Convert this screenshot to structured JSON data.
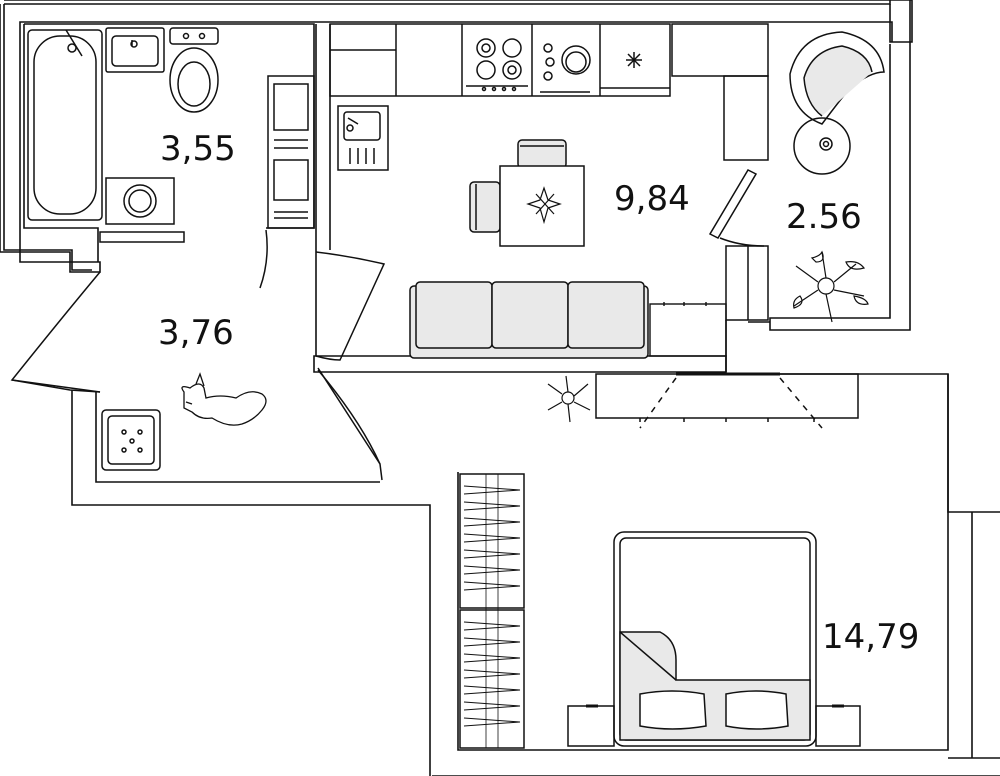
{
  "colors": {
    "wall": "#ffffff",
    "line": "#111111",
    "furniture_fill": "#e9e9e9",
    "background": "#ffffff"
  },
  "rooms": [
    {
      "id": "bathroom",
      "area": "3,55"
    },
    {
      "id": "kitchen-living",
      "area": "9,84"
    },
    {
      "id": "balcony",
      "area": "2.56"
    },
    {
      "id": "hallway",
      "area": "3,76"
    },
    {
      "id": "bedroom",
      "area": "14,79"
    }
  ],
  "icons": [
    "bathtub-icon",
    "sink-icon",
    "toilet-icon",
    "washing-machine-icon",
    "stove-icon",
    "dishwasher-icon",
    "fridge-icon",
    "kitchen-sink-icon",
    "dining-table-icon",
    "chair-icon",
    "sofa-icon",
    "armchair-icon",
    "plant-icon",
    "dog-icon",
    "pet-tray-icon",
    "bed-icon",
    "pillow-icon",
    "wardrobe-icon",
    "tv-stand-icon"
  ]
}
